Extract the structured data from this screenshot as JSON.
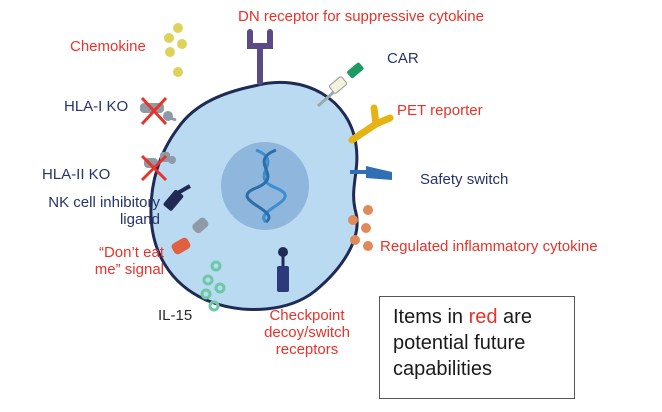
{
  "labels": {
    "chemokine": "Chemokine",
    "dn_receptor": "DN receptor for suppressive cytokine",
    "car": "CAR",
    "pet_reporter": "PET reporter",
    "safety_switch": "Safety switch",
    "regulated_cytokine": "Regulated inflammatory cytokine",
    "hla1_ko": "HLA-I KO",
    "hla2_ko": "HLA-II KO",
    "nk_line1": "NK cell inhibitory",
    "nk_line2": "ligand",
    "dont_eat_line1": "“Don’t eat",
    "dont_eat_line2": "me” signal",
    "il15": "IL-15",
    "checkpoint_line1": "Checkpoint",
    "checkpoint_line2": "decoy/switch",
    "checkpoint_line3": "receptors"
  },
  "note": {
    "line1_pre": "Items in ",
    "line1_red": "red",
    "line1_post": " are",
    "line2": "potential future",
    "line3": "capabilities"
  },
  "colors": {
    "red_label": "#e8322a",
    "navy_label": "#27336b",
    "cell_fill": "#b9daf1",
    "cell_outline": "#1f2a55",
    "nucleus": "#8fb6dc",
    "dna": "#3b8fd1"
  }
}
